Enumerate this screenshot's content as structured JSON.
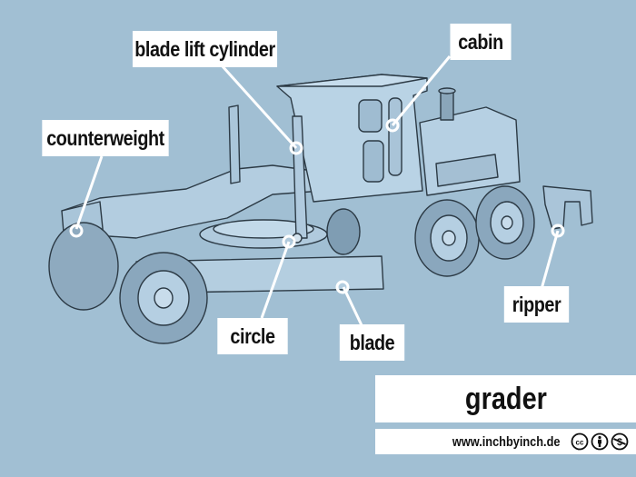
{
  "diagram": {
    "title": "grader",
    "website": "www.inchbyinch.de",
    "license_icons": [
      "cc-icon",
      "by-attribution-icon",
      "nc-noncommercial-icon"
    ],
    "background_color": "#a1bfd3",
    "labels": [
      {
        "id": "blade-lift-cylinder",
        "text": "blade lift cylinder"
      },
      {
        "id": "cabin",
        "text": "cabin"
      },
      {
        "id": "counterweight",
        "text": "counterweight"
      },
      {
        "id": "circle",
        "text": "circle"
      },
      {
        "id": "blade",
        "text": "blade"
      },
      {
        "id": "ripper",
        "text": "ripper"
      }
    ]
  }
}
